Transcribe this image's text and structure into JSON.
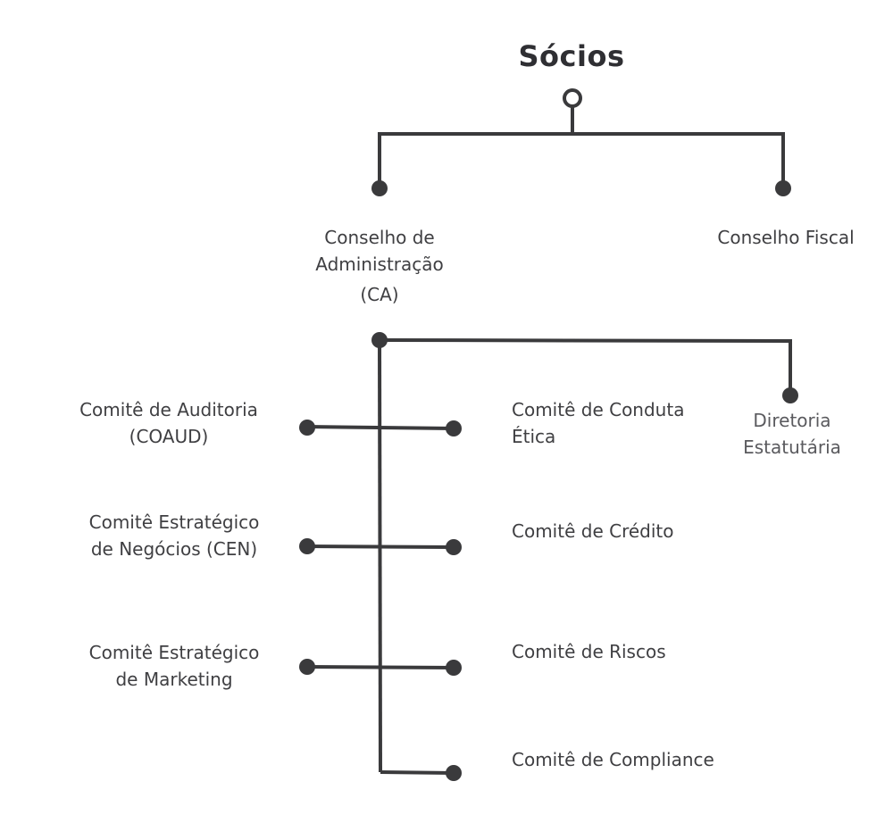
{
  "title": "Sócios",
  "nodes": {
    "ca": {
      "lines": [
        "Conselho de",
        "Administração"
      ],
      "abbr": "(CA)"
    },
    "fiscal": {
      "lines": [
        "Conselho Fiscal"
      ]
    },
    "diretoria": {
      "lines": [
        "Diretoria",
        "Estatutária"
      ]
    },
    "coaud": {
      "lines": [
        "Comitê de Auditoria",
        "(COAUD)"
      ]
    },
    "cen": {
      "lines": [
        "Comitê Estratégico",
        "de Negócios (CEN)"
      ]
    },
    "marketing": {
      "lines": [
        "Comitê Estratégico",
        "de Marketing"
      ]
    },
    "conduta": {
      "lines": [
        "Comitê de Conduta",
        "Ética"
      ]
    },
    "credito": {
      "lines": [
        "Comitê de Crédito"
      ]
    },
    "riscos": {
      "lines": [
        "Comitê de Riscos"
      ]
    },
    "compliance": {
      "lines": [
        "Comitê de Compliance"
      ]
    }
  },
  "colors": {
    "line": "#3a3a3c",
    "text": "#3f3f42",
    "background": "#ffffff"
  }
}
